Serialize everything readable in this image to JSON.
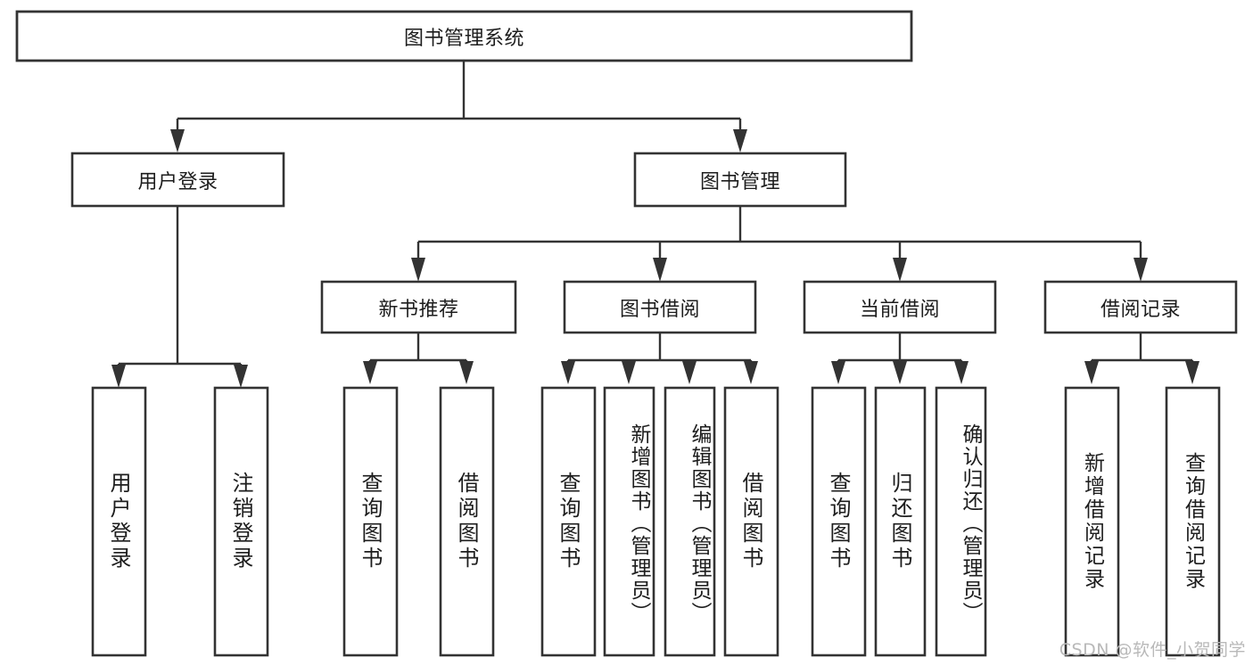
{
  "diagram": {
    "type": "tree",
    "title": "图书管理系统",
    "orientation": "top-down",
    "colors": {
      "box_stroke": "#333333",
      "box_fill": "#ffffff",
      "connector": "#333333",
      "text": "#1d1d1d",
      "watermark": "#b9b9b9",
      "background": "#ffffff"
    },
    "root": {
      "label": "图书管理系统"
    },
    "level2": [
      {
        "id": "user-login",
        "label": "用户登录"
      },
      {
        "id": "book-manage",
        "label": "图书管理"
      }
    ],
    "level3": [
      {
        "id": "new-book-recommend",
        "label": "新书推荐",
        "parent": "book-manage"
      },
      {
        "id": "book-borrow",
        "label": "图书借阅",
        "parent": "book-manage"
      },
      {
        "id": "current-borrow",
        "label": "当前借阅",
        "parent": "book-manage"
      },
      {
        "id": "borrow-record",
        "label": "借阅记录",
        "parent": "book-manage"
      }
    ],
    "leaves": [
      {
        "id": "leaf-user-login",
        "label": "用户登录",
        "parent": "user-login"
      },
      {
        "id": "leaf-user-logout",
        "label": "注销登录",
        "parent": "user-login"
      },
      {
        "id": "leaf-query-book-1",
        "label": "查询图书",
        "parent": "new-book-recommend"
      },
      {
        "id": "leaf-borrow-book-1",
        "label": "借阅图书",
        "parent": "new-book-recommend"
      },
      {
        "id": "leaf-query-book-2",
        "label": "查询图书",
        "parent": "book-borrow"
      },
      {
        "id": "leaf-add-book",
        "label": "新增图书（管理员）",
        "parent": "book-borrow"
      },
      {
        "id": "leaf-edit-book",
        "label": "编辑图书（管理员）",
        "parent": "book-borrow"
      },
      {
        "id": "leaf-borrow-book-2",
        "label": "借阅图书",
        "parent": "book-borrow"
      },
      {
        "id": "leaf-query-book-3",
        "label": "查询图书",
        "parent": "current-borrow"
      },
      {
        "id": "leaf-return-book",
        "label": "归还图书",
        "parent": "current-borrow"
      },
      {
        "id": "leaf-confirm-return",
        "label": "确认归还（管理员）",
        "parent": "current-borrow"
      },
      {
        "id": "leaf-add-record",
        "label": "新增借阅记录",
        "parent": "borrow-record"
      },
      {
        "id": "leaf-query-record",
        "label": "查询借阅记录",
        "parent": "borrow-record"
      }
    ]
  },
  "watermark": {
    "text": "CSDN @软件_小贺同学"
  }
}
